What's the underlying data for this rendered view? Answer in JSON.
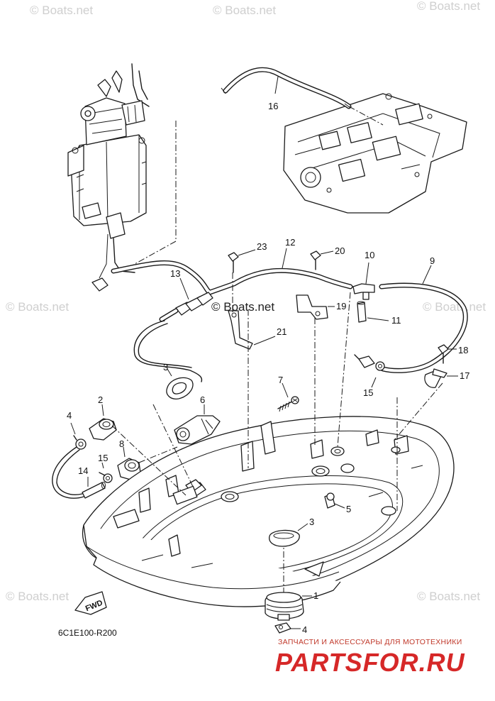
{
  "watermarks": {
    "boats_net": "© Boats.net",
    "center_mark": "© Boats.net"
  },
  "diagram_code": "6C1E100-R200",
  "fwd_label": "FWD",
  "shop_banner": {
    "tagline": "ЗАПЧАСТИ И АКСЕССУАРЫ ДЛЯ МОТОТЕХНИКИ",
    "brand": "PARTSFOR.RU",
    "brand_color": "#d62828"
  },
  "callouts": {
    "c1": "1",
    "c2": "2",
    "c3a": "3",
    "c3b": "3",
    "c4a": "4",
    "c4b": "4",
    "c5": "5",
    "c6": "6",
    "c7": "7",
    "c8": "8",
    "c9": "9",
    "c10": "10",
    "c11": "11",
    "c12": "12",
    "c13": "13",
    "c14": "14",
    "c15a": "15",
    "c15b": "15",
    "c16": "16",
    "c17": "17",
    "c18": "18",
    "c19": "19",
    "c20": "20",
    "c21": "21",
    "c23": "23"
  }
}
